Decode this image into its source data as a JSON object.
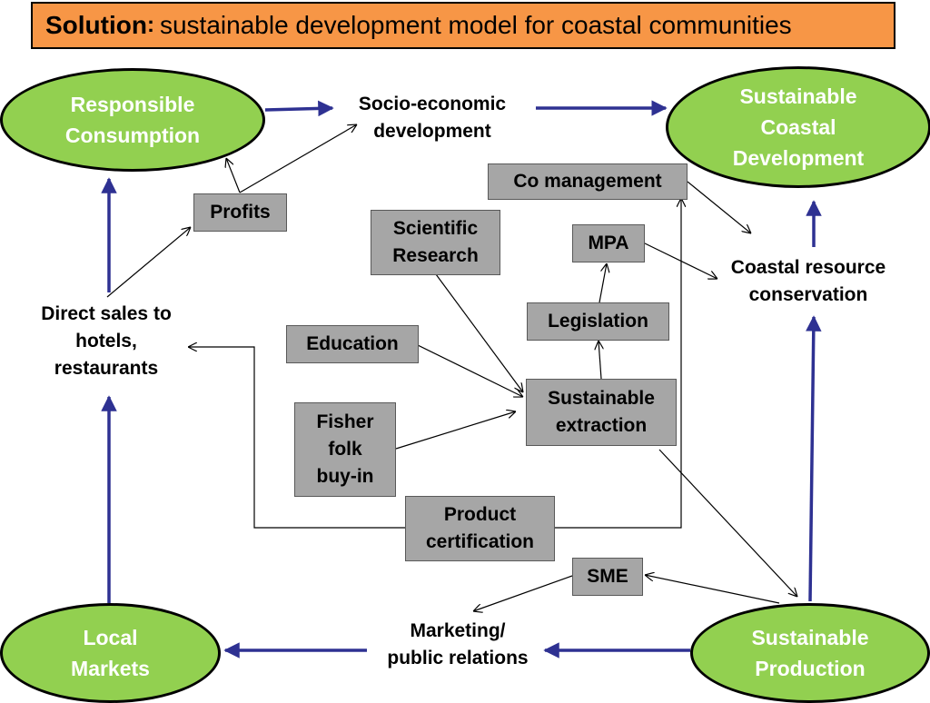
{
  "title": {
    "bold": "Solution",
    "colon": ":",
    "rest": "sustainable development model for coastal communities"
  },
  "nodes": {
    "responsible_consumption": [
      "Responsible",
      "Consumption"
    ],
    "socio_economic": [
      "Socio-economic",
      "development"
    ],
    "sustainable_coastal_development": [
      "Sustainable",
      "Coastal",
      "Development"
    ],
    "co_management": [
      "Co management"
    ],
    "profits": [
      "Profits"
    ],
    "scientific_research": [
      "Scientific",
      "Research"
    ],
    "mpa": [
      "MPA"
    ],
    "coastal_resource_conservation": [
      "Coastal resource",
      "conservation"
    ],
    "direct_sales": [
      "Direct sales to",
      "hotels,",
      "restaurants"
    ],
    "legislation": [
      "Legislation"
    ],
    "education": [
      "Education"
    ],
    "sustainable_extraction": [
      "Sustainable",
      "extraction"
    ],
    "fisher_folk": [
      "Fisher",
      "folk",
      "buy-in"
    ],
    "product_certification": [
      "Product",
      "certification"
    ],
    "sme": [
      "SME"
    ],
    "marketing": [
      "Marketing/",
      "public relations"
    ],
    "local_markets": [
      "Local",
      "Markets"
    ],
    "sustainable_production": [
      "Sustainable",
      "Production"
    ]
  },
  "colors": {
    "title_fill": "#f79646",
    "ellipse_fill": "#92d050",
    "box_fill": "#a6a6a6",
    "main_arrow": "#2e3192",
    "thin_arrow": "#000000"
  }
}
